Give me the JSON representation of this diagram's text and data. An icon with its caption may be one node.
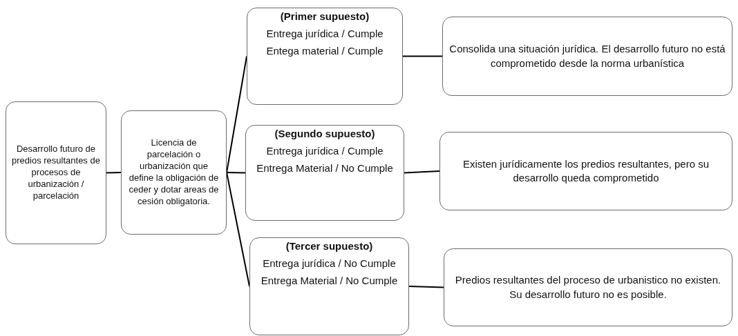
{
  "diagram": {
    "nodes": [
      {
        "text": [
          "Desarrollo futuro de predios resultantes de procesos de urbanización / parcelación"
        ]
      },
      {
        "text": [
          "Licencia de parcelación o urbanización que define la obligación de ceder y dotar areas de cesión obligatoria."
        ]
      },
      {
        "text": [
          "(Primer supuesto)",
          "Entrega jurídica / Cumple",
          "Entega material / Cumple"
        ]
      },
      {
        "text": [
          "(Segundo supuesto)",
          "Entrega jurídica / Cumple",
          "Entrega Material / No Cumple"
        ]
      },
      {
        "text": [
          "(Tercer supuesto)",
          "Entrega jurídica / No Cumple",
          "Entrega Material / No Cumple"
        ]
      },
      {
        "text": [
          "Consolida una situación jurídica. El desarrollo futuro no está comprometido desde la norma urbanística"
        ]
      },
      {
        "text": [
          "Existen jurídicamente los predios resultantes, pero su desarrollo queda comprometido"
        ]
      },
      {
        "text": [
          "Predios resultantes del proceso de urbanistico no existen. Su desarrollo futuro no es posible."
        ]
      }
    ],
    "edges": [
      {
        "from": 0,
        "to": 1,
        "arrow": "none"
      },
      {
        "from": 1,
        "to": 2,
        "arrow": "none"
      },
      {
        "from": 1,
        "to": 3,
        "arrow": "none"
      },
      {
        "from": 1,
        "to": 4,
        "arrow": "none"
      },
      {
        "from": 2,
        "to": 5,
        "arrow": "none"
      },
      {
        "from": 3,
        "to": 6,
        "arrow": "none"
      },
      {
        "from": 4,
        "to": 7,
        "arrow": "none"
      }
    ]
  }
}
